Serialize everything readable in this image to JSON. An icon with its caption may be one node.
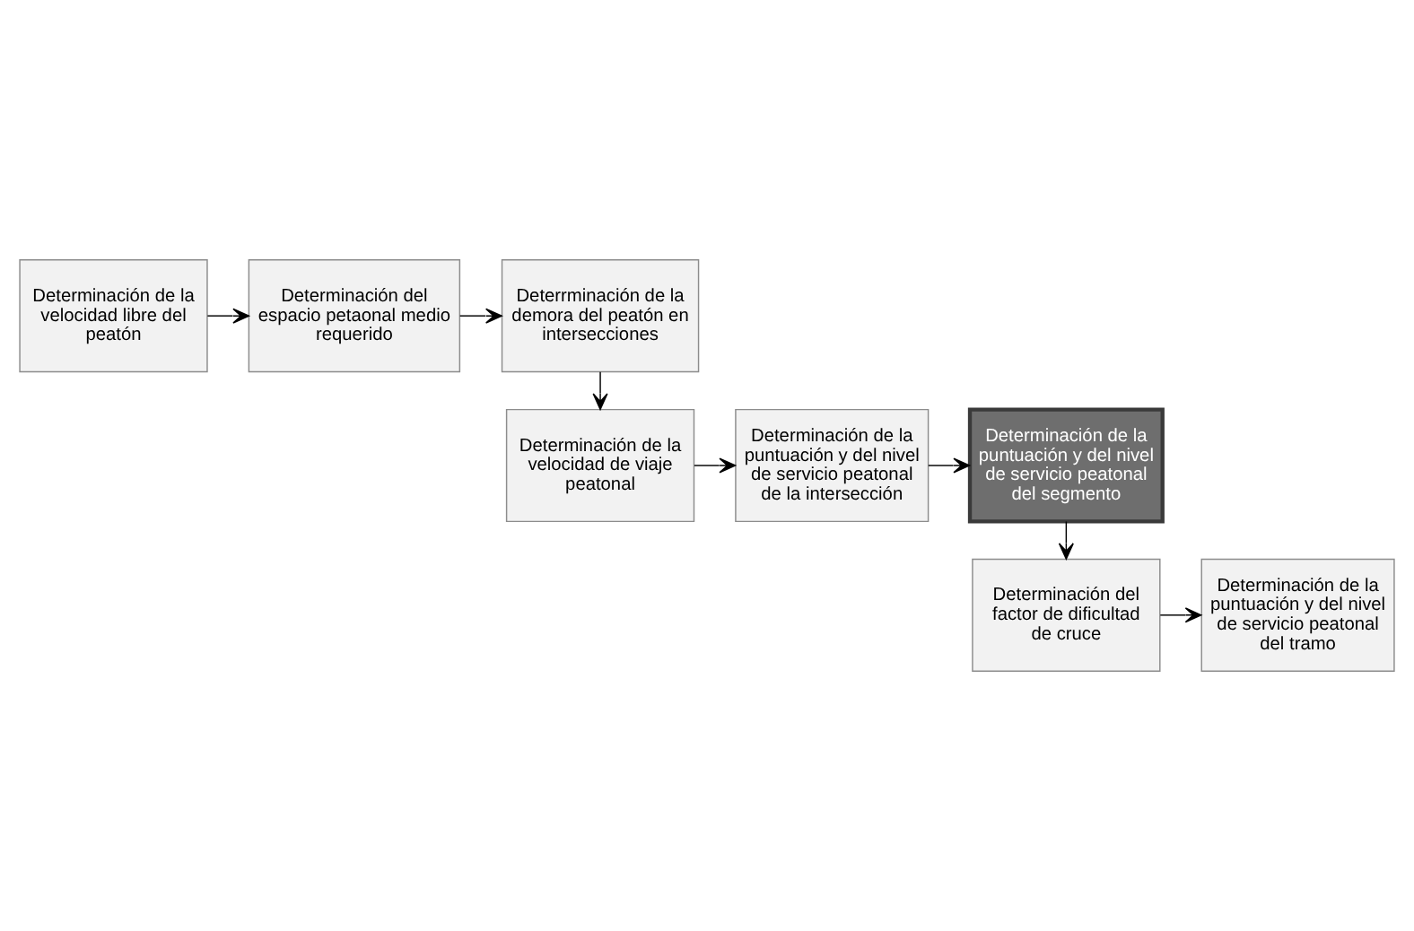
{
  "diagram": {
    "nodes": [
      {
        "text": [
          "Determinación de la velocidad libre del peatón"
        ]
      },
      {
        "text": [
          "Determinación del espacio petaonal medio requerido"
        ]
      },
      {
        "text": [
          "Deterrminación de la demora del peatón en intersecciones"
        ]
      },
      {
        "text": [
          "Determinación de la velocidad de viaje peatonal"
        ]
      },
      {
        "text": [
          "Determinación de la puntuación y del nivel de servicio peatonal de la intersección"
        ]
      },
      {
        "text": [
          "Determinación de la puntuación y del nivel de servicio peatonal del segmento"
        ]
      },
      {
        "text": [
          "Determinación del factor de dificultad de cruce"
        ]
      },
      {
        "text": [
          "Determinación de la puntuación y del nivel de servicio peatonal del tramo"
        ]
      }
    ],
    "edges": [
      {
        "from": 0,
        "to": 1,
        "arrow": "to"
      },
      {
        "from": 1,
        "to": 2,
        "arrow": "to"
      },
      {
        "from": 2,
        "to": 3,
        "arrow": "to"
      },
      {
        "from": 3,
        "to": 4,
        "arrow": "to"
      },
      {
        "from": 4,
        "to": 5,
        "arrow": "to"
      },
      {
        "from": 5,
        "to": 6,
        "arrow": "to"
      },
      {
        "from": 6,
        "to": 7,
        "arrow": "to"
      }
    ]
  }
}
